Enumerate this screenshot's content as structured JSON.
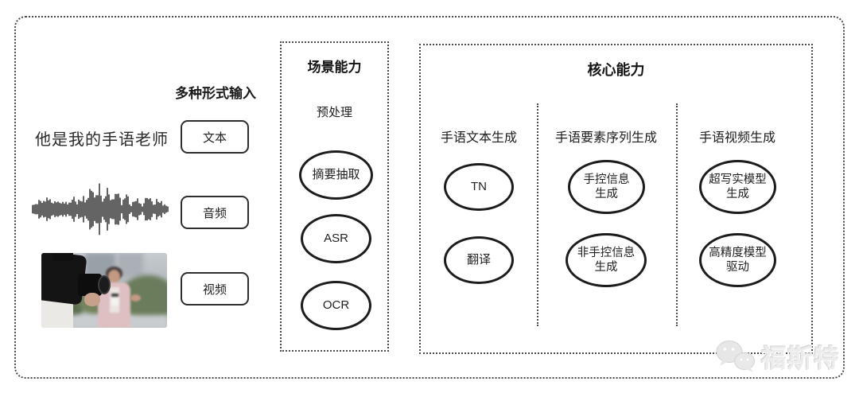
{
  "input_section": {
    "heading": "多种形式输入",
    "text_sample": "他是我的手语老师",
    "items": [
      {
        "label": "文本"
      },
      {
        "label": "音频"
      },
      {
        "label": "视频"
      }
    ]
  },
  "scene_box": {
    "title": "场景能力",
    "subtitle": "预处理",
    "nodes": [
      "摘要抽取",
      "ASR",
      "OCR"
    ]
  },
  "core_box": {
    "title": "核心能力",
    "columns": [
      {
        "header": "手语文本生成",
        "nodes": [
          "TN",
          "翻译"
        ]
      },
      {
        "header": "手语要素序列生成",
        "nodes": [
          "手控信息\n生成",
          "非手控信息\n生成"
        ]
      },
      {
        "header": "手语视频生成",
        "nodes": [
          "超写实模型\n生成",
          "高精度模型\n驱动"
        ]
      }
    ]
  },
  "watermark": {
    "label": "福斯特",
    "icon": "wechat-bubbles-icon",
    "color": "#ececec"
  },
  "colors": {
    "ink": "#1f1f1f",
    "border": "#4a4a4a",
    "background": "#ffffff"
  }
}
